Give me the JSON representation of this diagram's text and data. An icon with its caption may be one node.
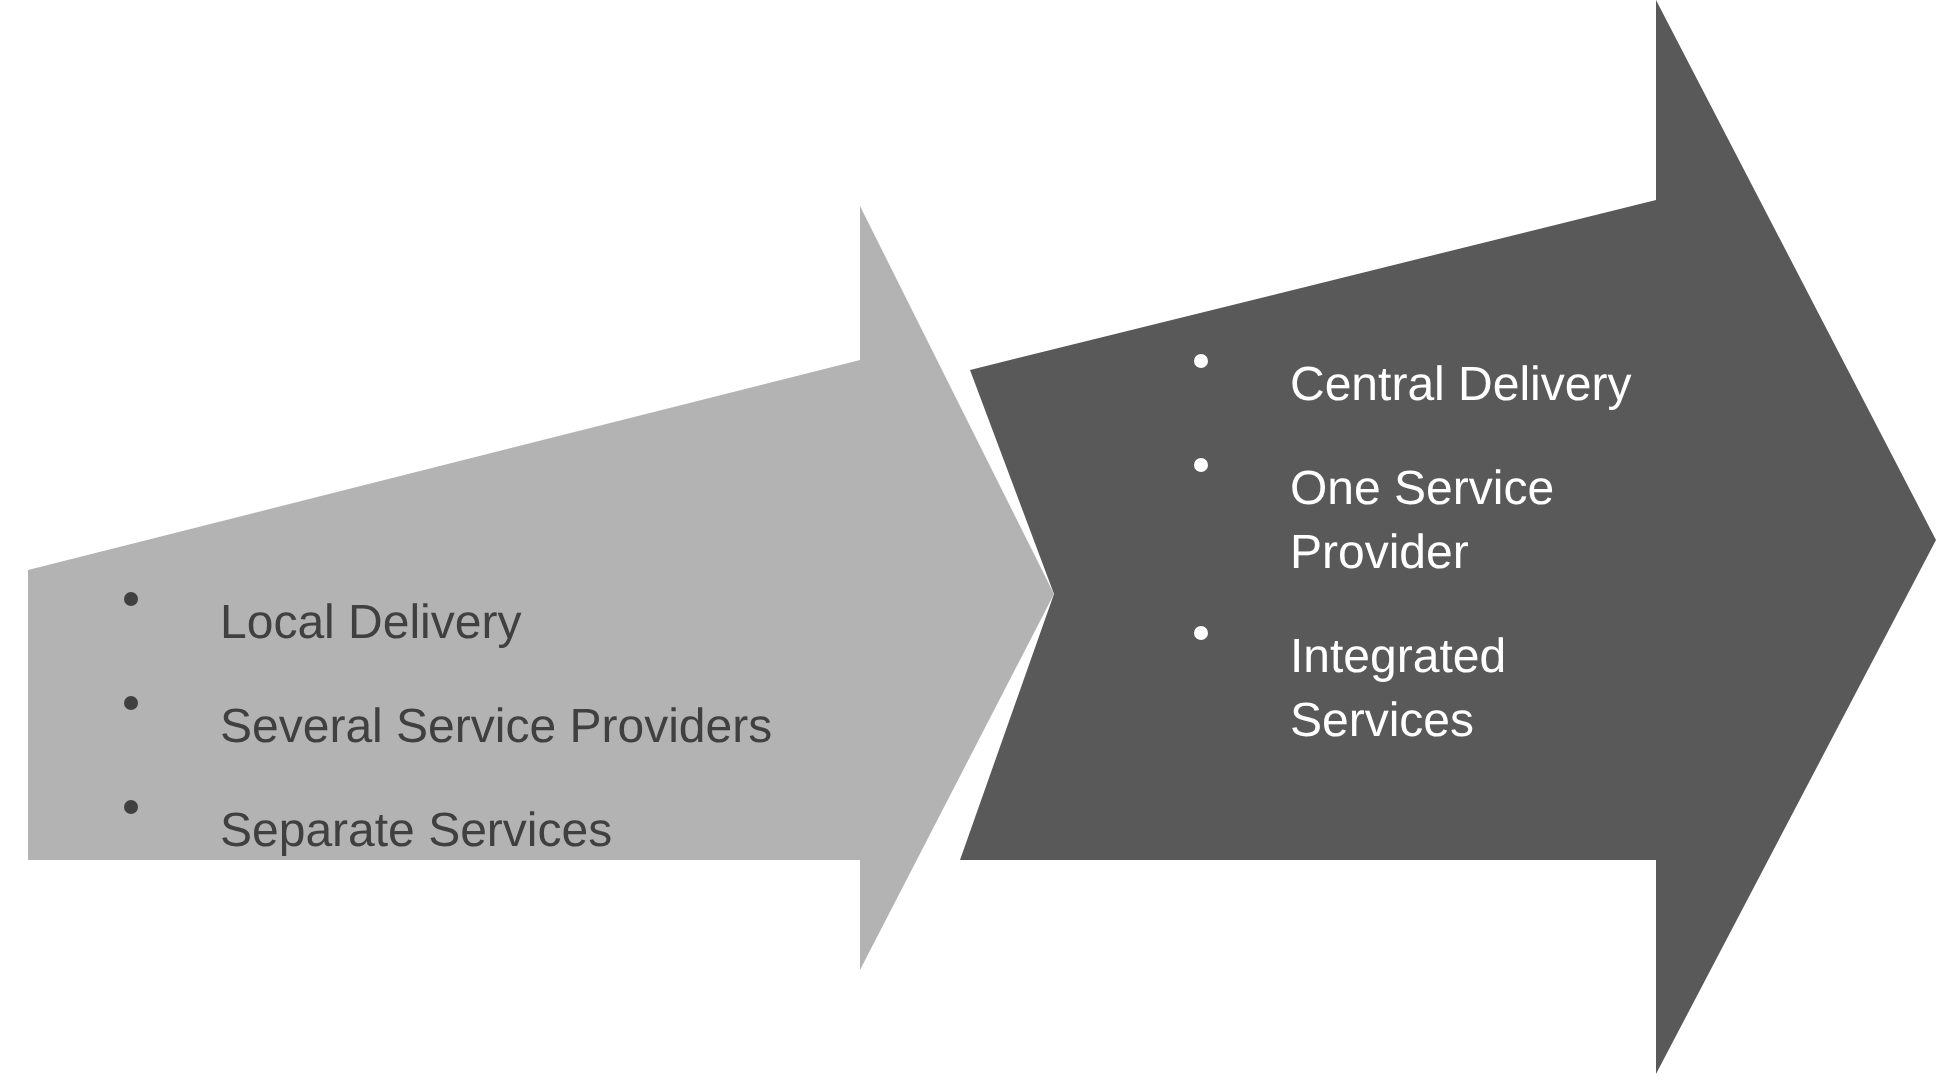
{
  "diagram": {
    "nodes": [
      {
        "text": [
          "Local Delivery",
          "Several Service Providers",
          "Separate Services"
        ]
      },
      {
        "text": [
          "Central Delivery",
          "One Service Provider",
          "Integrated Services"
        ]
      }
    ]
  }
}
